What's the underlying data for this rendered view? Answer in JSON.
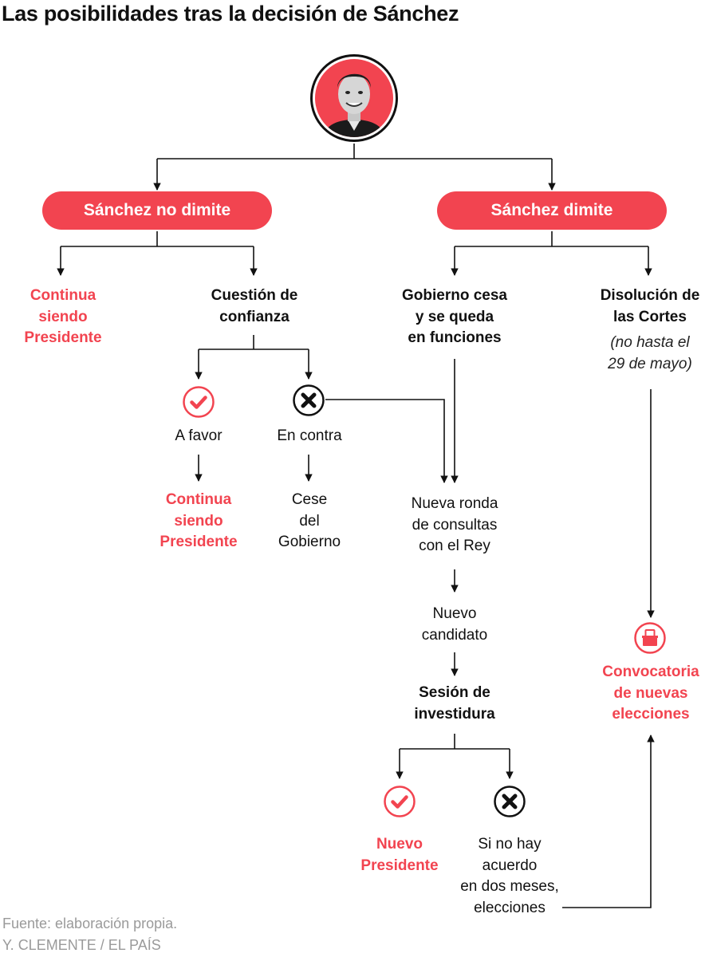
{
  "title": "Las posibilidades tras la decisión de Sánchez",
  "colors": {
    "accent": "#f24450",
    "text": "#111111",
    "muted": "#9a9a9a",
    "line": "#111111"
  },
  "branches": {
    "no_dimite": {
      "label": "Sánchez no dimite",
      "continua": [
        "Continua",
        "siendo",
        "Presidente"
      ],
      "cuestion": [
        "Cuestión de",
        "confianza"
      ],
      "a_favor": {
        "icon": "check-icon",
        "label": "A favor",
        "result": [
          "Continua",
          "siendo",
          "Presidente"
        ]
      },
      "en_contra": {
        "icon": "cross-icon",
        "label": "En contra",
        "result": [
          "Cese",
          "del",
          "Gobierno"
        ]
      }
    },
    "dimite": {
      "label": "Sánchez dimite",
      "gobierno": [
        "Gobierno cesa",
        "y se queda",
        "en funciones"
      ],
      "disolucion": {
        "title": [
          "Disolución de",
          "las Cortes"
        ],
        "note": [
          "(no hasta el",
          "29 de mayo)"
        ]
      },
      "ronda": [
        "Nueva ronda",
        "de consultas",
        "con el Rey"
      ],
      "candidato": [
        "Nuevo",
        "candidato"
      ],
      "sesion": [
        "Sesión de",
        "investidura"
      ],
      "nuevo_presidente": {
        "icon": "check-icon",
        "lines": [
          "Nuevo",
          "Presidente"
        ]
      },
      "sin_acuerdo": {
        "icon": "cross-icon",
        "lines": [
          "Si no hay",
          "acuerdo",
          "en dos meses,",
          "elecciones"
        ]
      },
      "convocatoria": {
        "icon": "ballot-box-icon",
        "lines": [
          "Convocatoria",
          "de nuevas",
          "elecciones"
        ]
      }
    }
  },
  "footer": {
    "source": "Fuente: elaboración propia.",
    "credit": "Y. CLEMENTE / EL PAÍS"
  }
}
